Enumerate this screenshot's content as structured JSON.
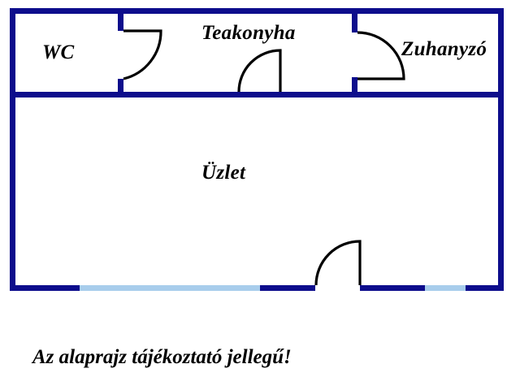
{
  "plan": {
    "title_note": "Az alaprajz tájékoztató jellegű!",
    "colors": {
      "wall": "#0d0d8c",
      "window": "#a8cdec",
      "door_line": "#000000",
      "background": "#ffffff",
      "text": "#000000"
    },
    "rooms": [
      {
        "id": "wc",
        "label": "WC"
      },
      {
        "id": "teakonyha",
        "label": "Teakonyha"
      },
      {
        "id": "zuhanyzo",
        "label": "Zuhanyzó"
      },
      {
        "id": "uzlet",
        "label": "Üzlet"
      }
    ],
    "doors": [
      {
        "id": "wc-door",
        "name": "wc-door-swing"
      },
      {
        "id": "teakonyha-door",
        "name": "teakonyha-door-swing"
      },
      {
        "id": "zuhanyzo-door",
        "name": "zuhanyzo-door-swing"
      },
      {
        "id": "entrance-door",
        "name": "entrance-door-swing"
      }
    ],
    "windows": [
      {
        "id": "window-left",
        "name": "front-window-left"
      },
      {
        "id": "window-right",
        "name": "front-window-right"
      }
    ]
  }
}
